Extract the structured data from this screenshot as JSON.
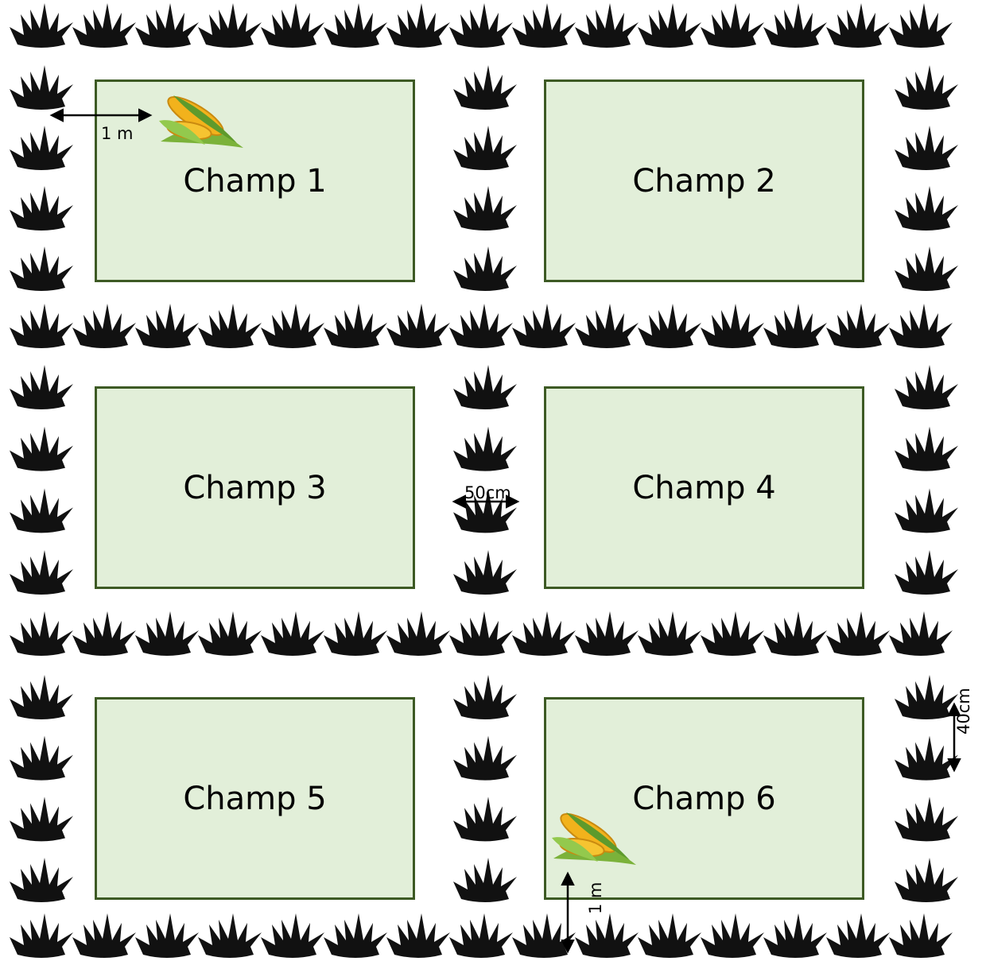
{
  "fields": [
    {
      "label": "Champ 1"
    },
    {
      "label": "Champ 2"
    },
    {
      "label": "Champ 3"
    },
    {
      "label": "Champ 4"
    },
    {
      "label": "Champ 5"
    },
    {
      "label": "Champ 6"
    }
  ],
  "dimensions": {
    "border_gap_top": "1 m",
    "between_fields": "50cm",
    "tuft_spacing": "40cm",
    "border_gap_bottom": "1 m"
  },
  "icons": {
    "hedge": "grass-tuft-icon",
    "crop": "corn-cob-icon"
  },
  "colors": {
    "field_fill": "#e2efd9",
    "field_border": "#3d5a24",
    "grass": "#111111",
    "corn": "#f2b21c",
    "husk": "#7bb23a"
  }
}
